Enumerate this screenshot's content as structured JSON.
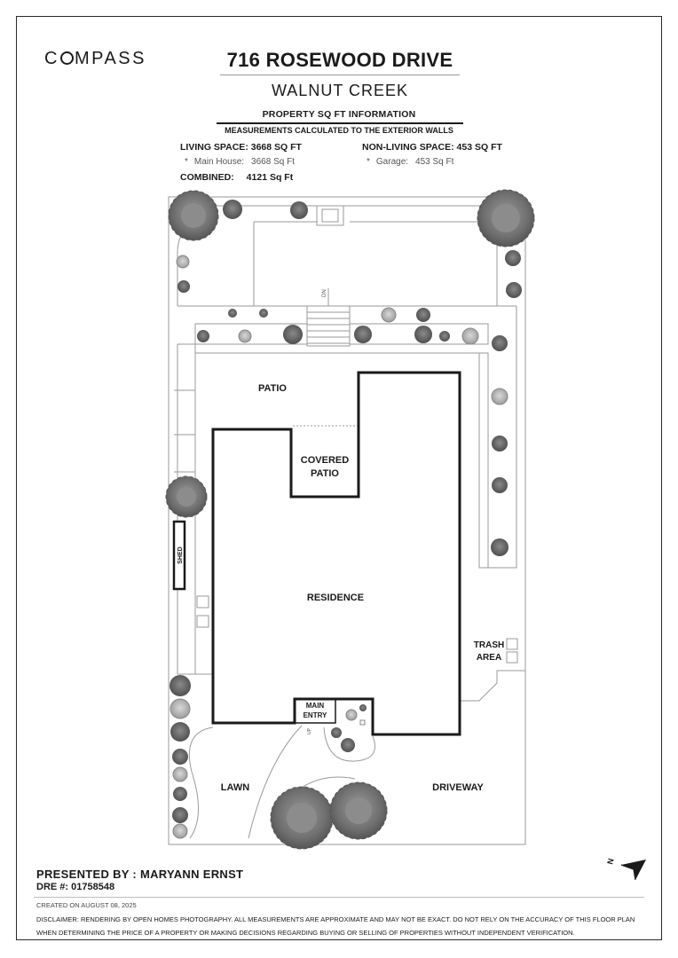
{
  "brand": {
    "logo_text_1": "C",
    "logo_text_2": "MPASS"
  },
  "header": {
    "address": "716 ROSEWOOD DRIVE",
    "city": "WALNUT CREEK",
    "info_heading": "PROPERTY SQ FT INFORMATION",
    "info_subheading": "MEASUREMENTS CALCULATED TO THE EXTERIOR WALLS"
  },
  "areas": {
    "living_label": "LIVING SPACE: 3668 SQ FT",
    "living_detail_bullet": "*",
    "living_detail_name": "Main House:",
    "living_detail_value": "3668 Sq Ft",
    "nonliving_label": "NON-LIVING SPACE: 453 SQ FT",
    "nonliving_detail_bullet": "*",
    "nonliving_detail_name": "Garage:",
    "nonliving_detail_value": "453 Sq Ft",
    "combined_label": "COMBINED:",
    "combined_value": "4121  Sq Ft"
  },
  "plan": {
    "patio": "PATIO",
    "covered_patio_1": "COVERED",
    "covered_patio_2": "PATIO",
    "residence": "RESIDENCE",
    "shed": "SHED",
    "trash_1": "TRASH",
    "trash_2": "AREA",
    "main_entry_1": "MAIN",
    "main_entry_2": "ENTRY",
    "lawn": "LAWN",
    "driveway": "DRIVEWAY",
    "stairs_dn": "DN",
    "entry_up": "UP"
  },
  "compass": {
    "north_letter": "N"
  },
  "colors": {
    "ink": "#1a1a1a",
    "tree_dark": "#6b6b6b",
    "tree_mid": "#8e8e8e",
    "shrub_light": "#bcbcbc"
  },
  "footer": {
    "presented_by": "PRESENTED BY : MARYANN ERNST",
    "dre": "DRE #: 01758548",
    "created": "CREATED ON AUGUST 08, 2025",
    "disclaimer": "DISCLAIMER: RENDERING BY OPEN HOMES PHOTOGRAPHY. ALL MEASUREMENTS ARE APPROXIMATE AND MAY NOT BE EXACT. DO NOT RELY ON THE ACCURACY OF THIS FLOOR PLAN WHEN DETERMINING THE PRICE OF A PROPERTY OR MAKING DECISIONS REGARDING BUYING OR SELLING OF PROPERTIES WITHOUT INDEPENDENT VERIFICATION."
  }
}
